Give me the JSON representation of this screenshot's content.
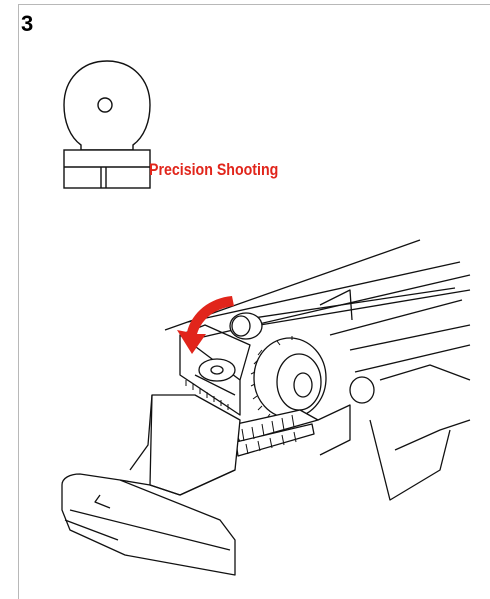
{
  "step": {
    "number": "3"
  },
  "mode": {
    "label": "Precision Shooting",
    "label_color": "#e1251b"
  },
  "illustration": {
    "icon": "precision-shooting-sight-icon",
    "subject": "rear-sight-adjustment-icon",
    "arrow_color": "#e1251b",
    "arrow_direction": "down"
  }
}
